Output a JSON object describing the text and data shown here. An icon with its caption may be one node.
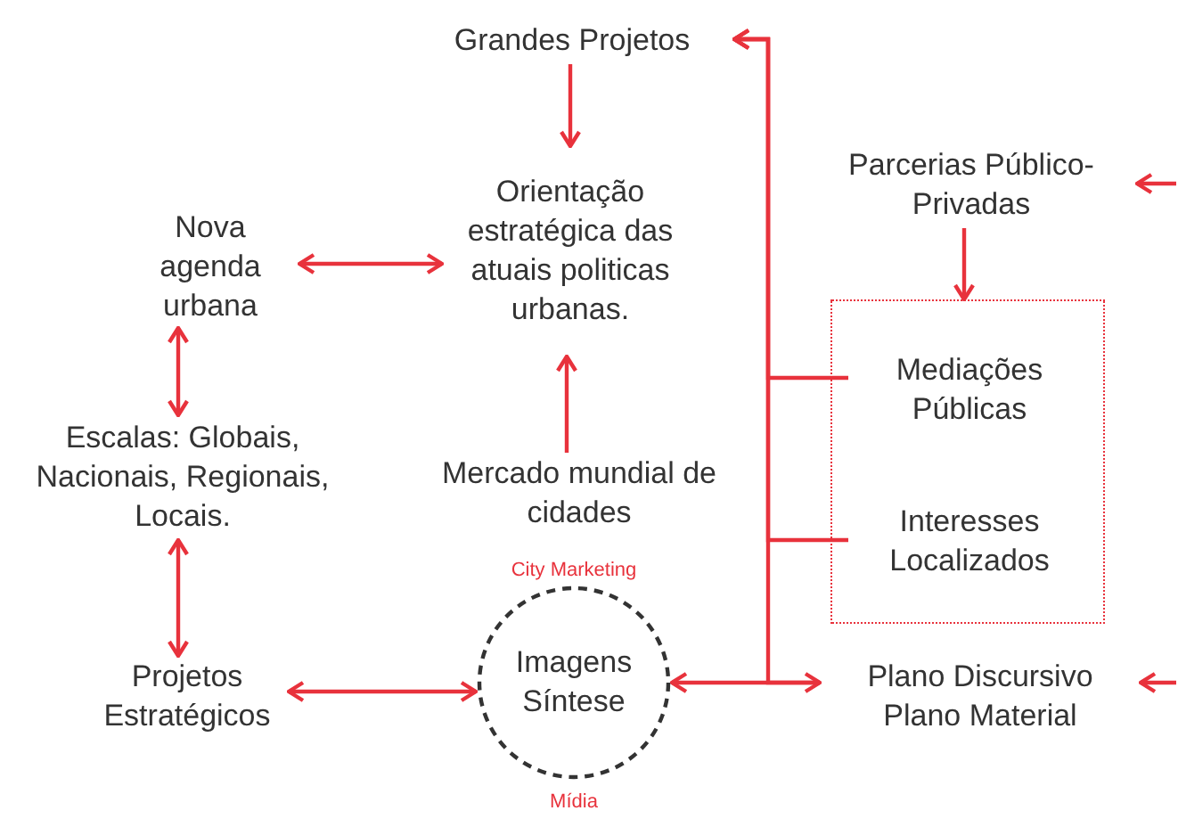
{
  "diagram": {
    "nodes": [
      {
        "text": [
          "Grandes Projetos"
        ]
      },
      {
        "text": [
          "Orientação estratégica das atuais politicas urbanas."
        ]
      },
      {
        "text": [
          "Nova agenda urbana"
        ]
      },
      {
        "text": [
          "Parcerias Público-Privadas"
        ]
      },
      {
        "text": [
          "Escalas: Globais, Nacionais, Regionais, Locais."
        ]
      },
      {
        "text": [
          "Mercado mundial de cidades"
        ]
      },
      {
        "text": [],
        "shape": "box"
      },
      {
        "text": [
          "Mediações Públicas"
        ],
        "in": 6
      },
      {
        "text": [
          "Interesses Localizados"
        ],
        "in": 6
      },
      {
        "text": [
          "Projetos Estratégicos"
        ]
      },
      {
        "text": [
          "Imagens Síntese"
        ],
        "beside": [
          "City Marketing",
          "Mídia"
        ]
      },
      {
        "text": [
          "Plano Discursivo",
          "Plano Material"
        ]
      }
    ],
    "edges": [
      {
        "from": 0,
        "to": 1,
        "arrow": "to"
      },
      {
        "from": 2,
        "to": 1,
        "arrow": "both"
      },
      {
        "from": 2,
        "to": 4,
        "arrow": "both"
      },
      {
        "from": 5,
        "to": 1,
        "arrow": "to"
      },
      {
        "from": 4,
        "to": 9,
        "arrow": "both"
      },
      {
        "from": 9,
        "to": 10,
        "arrow": "both"
      },
      {
        "from": 10,
        "to": 11,
        "arrow": "both"
      },
      {
        "from": 11,
        "to": 0,
        "arrow": "to"
      },
      {
        "from": 7,
        "to": 0,
        "arrow": "to"
      },
      {
        "from": 8,
        "to": 0,
        "arrow": "to"
      },
      {
        "from": 3,
        "to": 6,
        "arrow": "to"
      },
      {
        "from": null,
        "to": 3,
        "arrow": "to"
      },
      {
        "from": null,
        "to": 11,
        "arrow": "to"
      }
    ]
  }
}
